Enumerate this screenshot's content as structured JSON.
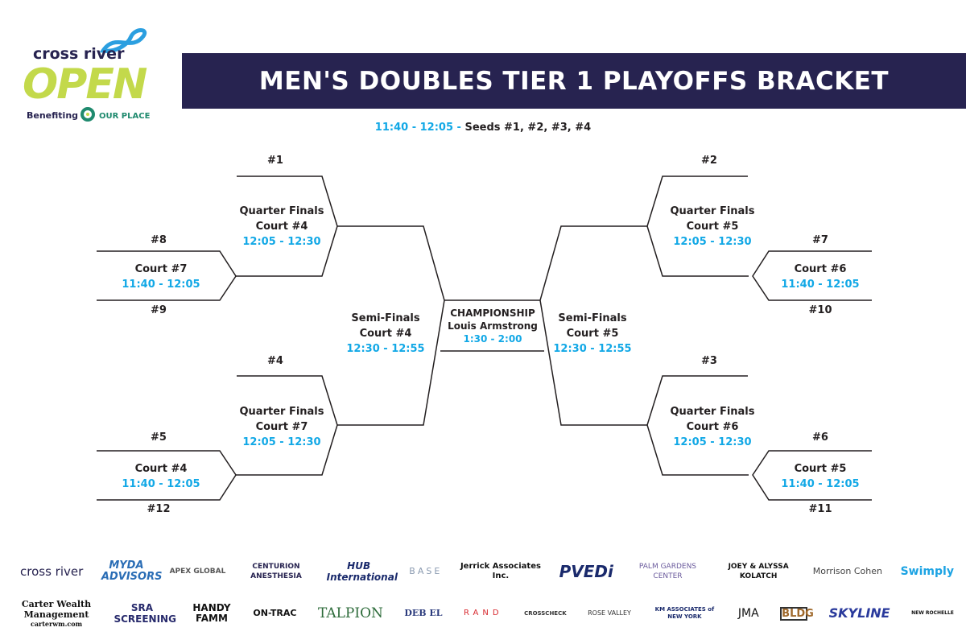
{
  "logo": {
    "brand": "cross river",
    "event": "OPEN",
    "benefiting": "Benefiting",
    "charity": "OUR PLACE"
  },
  "title": "MEN'S DOUBLES TIER 1 PLAYOFFS BRACKET",
  "subtitle": {
    "time": "11:40 - 12:05 -",
    "text": "Seeds #1, #2, #3, #4"
  },
  "seeds": {
    "s1": "#1",
    "s2": "#2",
    "s3": "#3",
    "s4": "#4",
    "s5": "#5",
    "s6": "#6",
    "s7": "#7",
    "s8": "#8",
    "s9": "#9",
    "s10": "#10",
    "s11": "#11",
    "s12": "#12"
  },
  "rounds": {
    "left_r1_top": {
      "court": "Court #7",
      "time": "11:40 - 12:05"
    },
    "left_r1_bot": {
      "court": "Court #4",
      "time": "11:40 - 12:05"
    },
    "right_r1_top": {
      "court": "Court #6",
      "time": "11:40 - 12:05"
    },
    "right_r1_bot": {
      "court": "Court #5",
      "time": "11:40 - 12:05"
    },
    "left_qf_top": {
      "label": "Quarter Finals",
      "court": "Court #4",
      "time": "12:05 - 12:30"
    },
    "left_qf_bot": {
      "label": "Quarter Finals",
      "court": "Court #7",
      "time": "12:05 - 12:30"
    },
    "right_qf_top": {
      "label": "Quarter Finals",
      "court": "Court #5",
      "time": "12:05 - 12:30"
    },
    "right_qf_bot": {
      "label": "Quarter Finals",
      "court": "Court #6",
      "time": "12:05 - 12:30"
    },
    "left_sf": {
      "label": "Semi-Finals",
      "court": "Court #4",
      "time": "12:30 - 12:55"
    },
    "right_sf": {
      "label": "Semi-Finals",
      "court": "Court #5",
      "time": "12:30 - 12:55"
    },
    "final": {
      "label": "CHAMPIONSHIP",
      "court": "Louis Armstrong",
      "time": "1:30 - 2:00"
    }
  },
  "sponsors": [
    "cross river",
    "MYDA ADVISORS",
    "APEX GLOBAL",
    "CENTURION ANESTHESIA",
    "HUB International",
    "BASE",
    "Jerrick Associates Inc.",
    "PVEDi",
    "PALM GARDENS CENTER",
    "JOEY & ALYSSA KOLATCH",
    "Morrison Cohen",
    "Swimply",
    "Carter Wealth Management",
    "carterwm.com",
    "SRA SCREENING",
    "HANDY FAMM",
    "ON-TRAC",
    "TALPION",
    "DEB EL",
    "RAND",
    "CROSSCHECK",
    "ROSE VALLEY",
    "KM ASSOCIATES of NEW YORK",
    "JMA",
    "BLDG",
    "SKYLINE",
    "NEW ROCHELLE"
  ],
  "colors": {
    "navy": "#272350",
    "blue": "#12a8e6",
    "lime": "#c3d94b"
  }
}
